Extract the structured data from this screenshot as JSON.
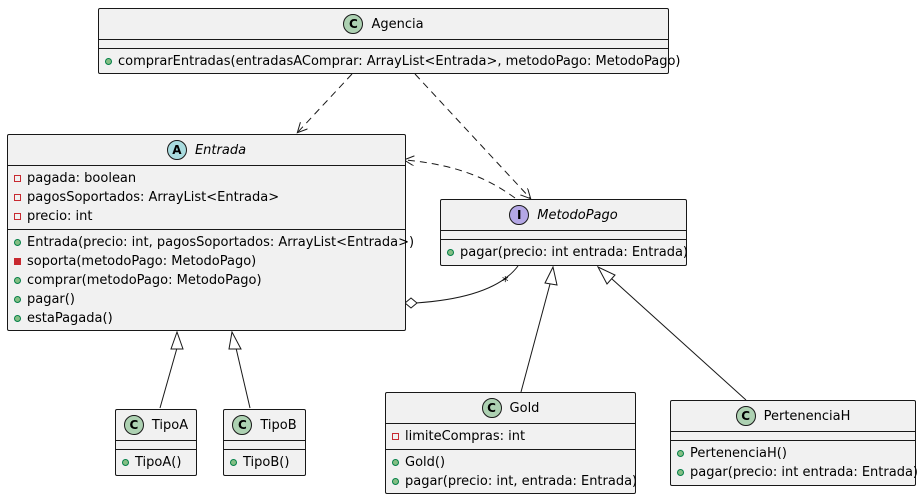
{
  "colors": {
    "class_badge": "#add1b2",
    "abstract_badge": "#a9dcdf",
    "interface_badge": "#b4a7e5",
    "box_fill": "#f1f1f1",
    "line": "#181818"
  },
  "classes": {
    "agencia": {
      "badge": "C",
      "name": "Agencia",
      "methods": [
        "comprarEntradas(entradasAComprar: ArrayList<Entrada>, metodoPago: MetodoPago)"
      ]
    },
    "entrada": {
      "badge": "A",
      "name": "Entrada",
      "fields": [
        "pagada: boolean",
        "pagosSoportados: ArrayList<Entrada>",
        "precio: int"
      ],
      "methods": [
        "Entrada(precio: int, pagosSoportados: ArrayList<Entrada>)",
        "soporta(metodoPago: MetodoPago)",
        "comprar(metodoPago: MetodoPago)",
        "pagar()",
        "estaPagada()"
      ]
    },
    "metodopago": {
      "badge": "I",
      "name": "MetodoPago",
      "methods": [
        "pagar(precio: int entrada: Entrada)"
      ]
    },
    "tipoa": {
      "badge": "C",
      "name": "TipoA",
      "methods": [
        "TipoA()"
      ]
    },
    "tipob": {
      "badge": "C",
      "name": "TipoB",
      "methods": [
        "TipoB()"
      ]
    },
    "gold": {
      "badge": "C",
      "name": "Gold",
      "fields": [
        "limiteCompras: int"
      ],
      "methods": [
        "Gold()",
        "pagar(precio: int, entrada: Entrada)"
      ]
    },
    "pertenenciah": {
      "badge": "C",
      "name": "PertenenciaH",
      "methods": [
        "PertenenciaH()",
        "pagar(precio: int entrada: Entrada)"
      ]
    }
  },
  "links": {
    "aggregation_multiplicity": "*"
  }
}
